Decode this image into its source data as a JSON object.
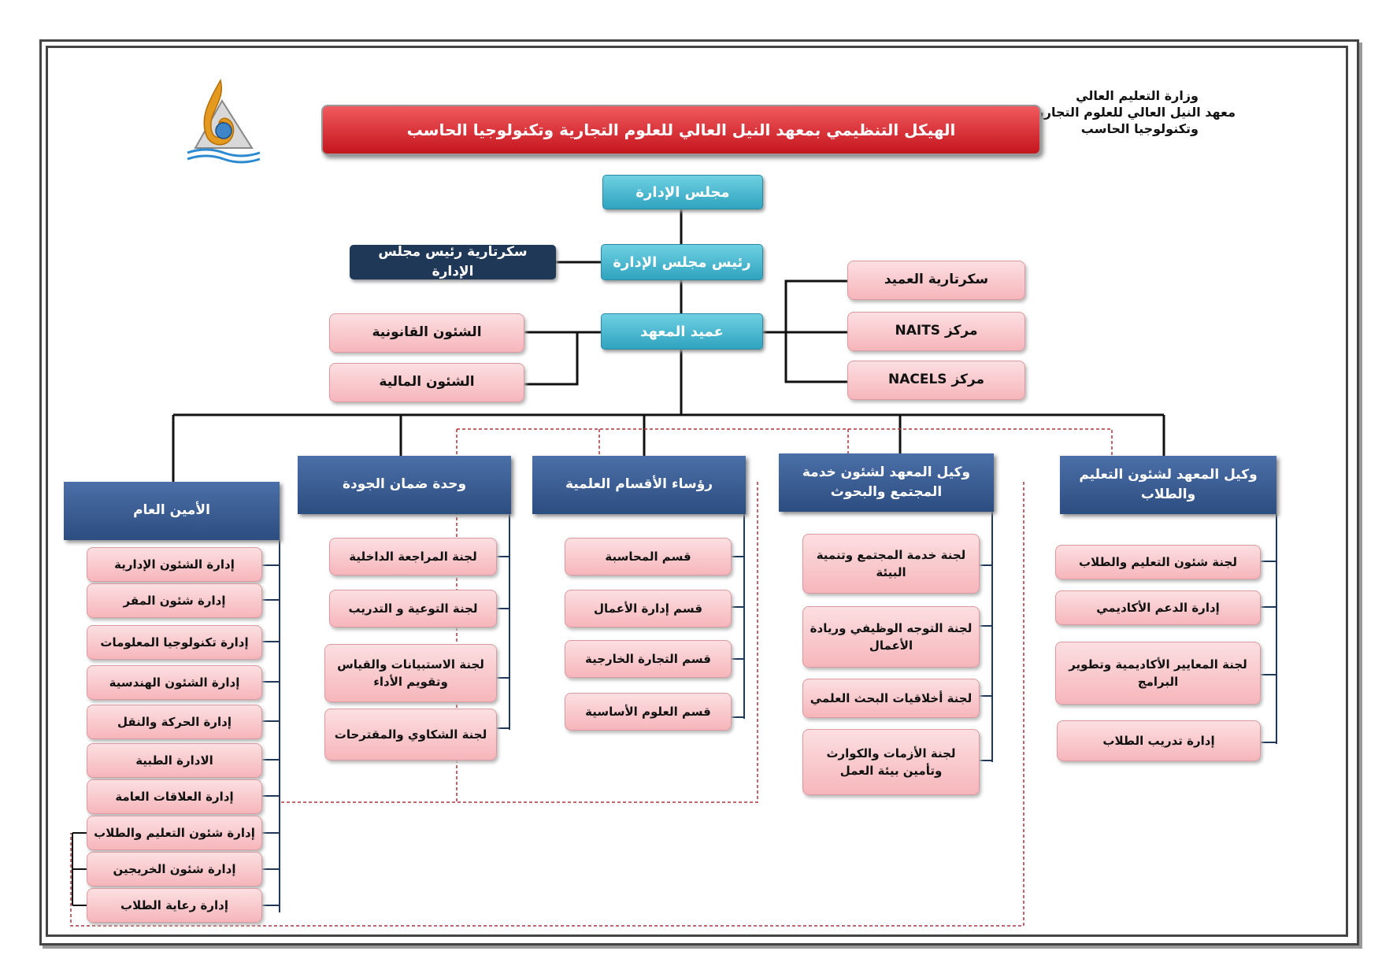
{
  "header": {
    "ministry": "وزارة التعليم العالي",
    "institute_line1": "معهد النيل العالي للعلوم التجارية",
    "institute_line2": "وتكنولوجيا الحاسب"
  },
  "title": "الهيكل التنظيمي بمعهد النيل العالي للعلوم التجارية وتكنولوجيا الحاسب",
  "top": {
    "board": "مجلس الإدارة",
    "board_chair": "رئيس مجلس الإدارة",
    "chair_secretary": "سكرتارية رئيس مجلس الإدارة",
    "dean": "عميد المعهد"
  },
  "dean_left": [
    "الشئون القانونية",
    "الشئون المالية"
  ],
  "dean_right": [
    "سكرتارية العميد",
    "مركز NAITS",
    "مركز NACELS"
  ],
  "columns": {
    "students": {
      "head": "وكيل المعهد لشئون التعليم والطلاب",
      "items": [
        "لجنة شئون التعليم والطلاب",
        "إدارة الدعم الأكاديمي",
        "لجنة المعايير الأكاديمية وتطوير البرامج",
        "إدارة تدريب الطلاب"
      ]
    },
    "community": {
      "head": "وكيل المعهد لشئون خدمة المجتمع والبحوث",
      "items": [
        "لجنة خدمة المجتمع وتنمية البيئة",
        "لجنة التوجه الوظيفي وريادة الأعمال",
        "لجنة أخلاقيات البحث العلمي",
        "لجنة الأزمات والكوارث وتأمين بيئة العمل"
      ]
    },
    "departments": {
      "head": "رؤساء الأقسام العلمية",
      "items": [
        "قسم المحاسبة",
        "قسم إدارة الأعمال",
        "قسم التجارة الخارجية",
        "قسم العلوم الأساسية"
      ]
    },
    "quality": {
      "head": "وحدة ضمان الجودة",
      "items": [
        "لجنة المراجعة الداخلية",
        "لجنة التوعية و التدريب",
        "لجنة الاستبيانات والقياس وتقويم الأداء",
        "لجنة الشكاوي والمقترحات"
      ]
    },
    "secretary_general": {
      "head": "الأمين العام",
      "items": [
        "إدارة الشئون الإدارية",
        "إدارة شئون المقر",
        "إدارة تكنولوجيا المعلومات",
        "إدارة الشئون الهندسية",
        "إدارة الحركة والنقل",
        "الادارة الطبية",
        "إدارة العلاقات العامة",
        "إدارة شئون التعليم والطلاب",
        "إدارة شئون الخريجين",
        "إدارة رعاية الطلاب"
      ]
    }
  },
  "colors": {
    "title_red": "#d4242b",
    "cyan": "#31a7c3",
    "navy": "#203858",
    "column_head": "#34558a",
    "pink": "#f7c3c7",
    "dashed_connector": "#b0333a"
  }
}
